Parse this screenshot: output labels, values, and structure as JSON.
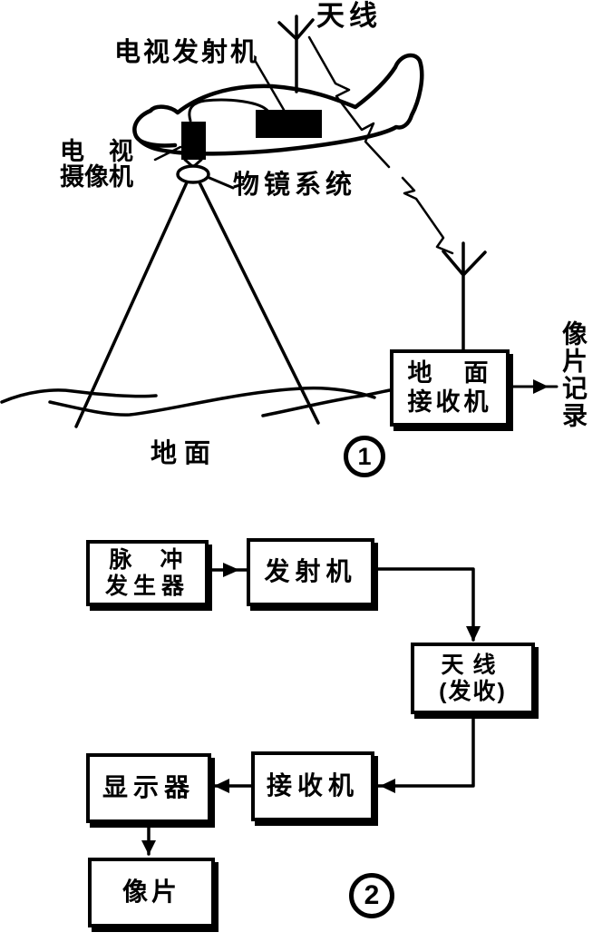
{
  "colors": {
    "ink": "#000000",
    "paper": "#ffffff"
  },
  "figure1": {
    "antenna_label": "天线",
    "tv_transmitter_label": "电视发射机",
    "tv_camera_label_line1": "电　视",
    "tv_camera_label_line2": "摄像机",
    "objective_lens_label": "物镜系统",
    "ground_label": "地面",
    "ground_receiver_line1": "地　面",
    "ground_receiver_line2": "接收机",
    "photo_record_label": "像片记录",
    "figure_number": "1"
  },
  "figure2": {
    "pulse_generator_line1": "脉　冲",
    "pulse_generator_line2": "发生器",
    "transmitter_label": "发射机",
    "antenna_line1": "天线",
    "antenna_line2": "(发收)",
    "receiver_label": "接收机",
    "display_label": "显示器",
    "photo_label": "像片",
    "figure_number": "2"
  }
}
